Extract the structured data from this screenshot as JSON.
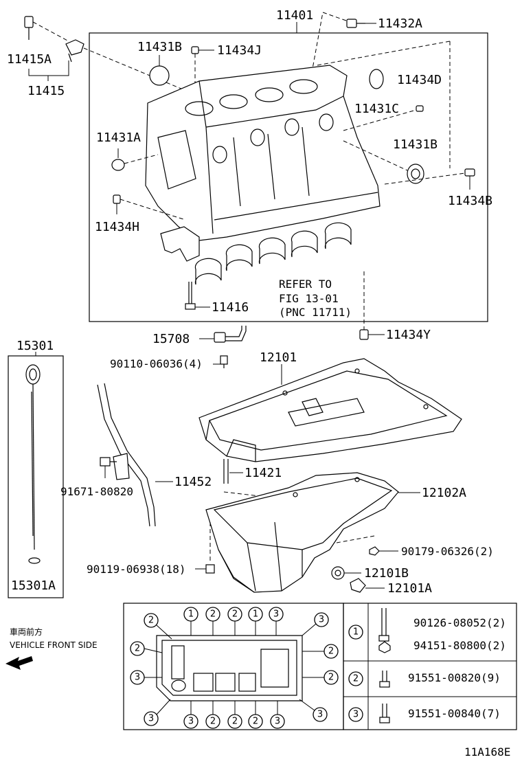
{
  "labels": {
    "p11401": "11401",
    "p11432A": "11432A",
    "p11415A": "11415A",
    "p11415": "11415",
    "p11431B_top": "11431B",
    "p11434J": "11434J",
    "p11434D": "11434D",
    "p11431C": "11431C",
    "p11431A": "11431A",
    "p11431B_right": "11431B",
    "p11434B": "11434B",
    "p11434H": "11434H",
    "refer_line1": "REFER TO",
    "refer_line2": "FIG 13-01",
    "refer_line3": "(PNC 11711)",
    "p11416": "11416",
    "p11434Y": "11434Y",
    "p15708": "15708",
    "p15301": "15301",
    "p90110": "90110-06036(4)",
    "p12101": "12101",
    "p11421": "11421",
    "p11452": "11452",
    "p91671": "91671-80820",
    "p12102A": "12102A",
    "p90179": "90179-06326(2)",
    "p90119": "90119-06938(18)",
    "p12101B": "12101B",
    "p12101A": "12101A",
    "p15301A": "15301A",
    "vehicle_jp": "車両前方",
    "vehicle_en": "VEHICLE FRONT SIDE",
    "figure_id": "11A168E"
  },
  "bolt_legend": [
    {
      "key": "1",
      "parts": [
        "90126-08052(2)",
        "94151-80800(2)"
      ]
    },
    {
      "key": "2",
      "parts": [
        "91551-00820(9)"
      ]
    },
    {
      "key": "3",
      "parts": [
        "91551-00840(7)"
      ]
    }
  ],
  "pan_callouts": {
    "top_row": [
      "2",
      "1",
      "2",
      "2",
      "1",
      "3",
      "3"
    ],
    "left_col": [
      "2",
      "2",
      "3",
      "3"
    ],
    "right_col": [
      "2",
      "2"
    ],
    "bottom_row": [
      "3",
      "2",
      "2",
      "2",
      "3",
      "3"
    ]
  }
}
